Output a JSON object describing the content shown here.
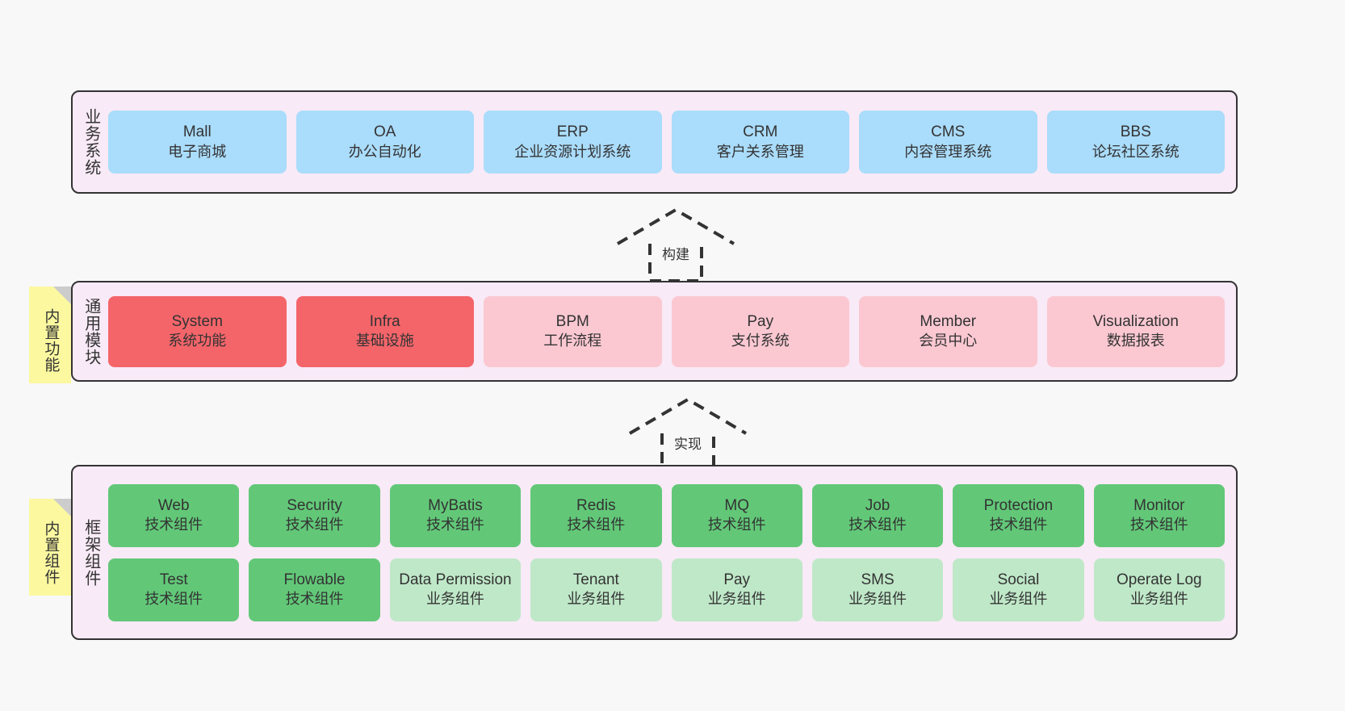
{
  "diagram": {
    "background_color": "#f8f8f8",
    "layer_fill": "#f8eaf6",
    "layer_border": "#333333"
  },
  "layers": [
    {
      "id": "business-system",
      "title": "业务系统",
      "card_color": "#aadcfb",
      "cards": [
        {
          "en": "Mall",
          "cn": "电子商城"
        },
        {
          "en": "OA",
          "cn": "办公自动化"
        },
        {
          "en": "ERP",
          "cn": "企业资源计划系统"
        },
        {
          "en": "CRM",
          "cn": "客户关系管理"
        },
        {
          "en": "CMS",
          "cn": "内容管理系统"
        },
        {
          "en": "BBS",
          "cn": "论坛社区系统"
        }
      ]
    },
    {
      "id": "common-module",
      "title": "通用模块",
      "note": "内置功能",
      "cards": [
        {
          "en": "System",
          "cn": "系统功能",
          "color": "#f4656a"
        },
        {
          "en": "Infra",
          "cn": "基础设施",
          "color": "#f4656a"
        },
        {
          "en": "BPM",
          "cn": "工作流程",
          "color": "#fbc8d2"
        },
        {
          "en": "Pay",
          "cn": "支付系统",
          "color": "#fbc8d2"
        },
        {
          "en": "Member",
          "cn": "会员中心",
          "color": "#fbc8d2"
        },
        {
          "en": "Visualization",
          "cn": "数据报表",
          "color": "#fbc8d2"
        }
      ]
    },
    {
      "id": "framework-component",
      "title": "框架组件",
      "note": "内置组件",
      "row1": [
        {
          "en": "Web",
          "cn": "技术组件",
          "color": "#62c878"
        },
        {
          "en": "Security",
          "cn": "技术组件",
          "color": "#62c878"
        },
        {
          "en": "MyBatis",
          "cn": "技术组件",
          "color": "#62c878"
        },
        {
          "en": "Redis",
          "cn": "技术组件",
          "color": "#62c878"
        },
        {
          "en": "MQ",
          "cn": "技术组件",
          "color": "#62c878"
        },
        {
          "en": "Job",
          "cn": "技术组件",
          "color": "#62c878"
        },
        {
          "en": "Protection",
          "cn": "技术组件",
          "color": "#62c878"
        },
        {
          "en": "Monitor",
          "cn": "技术组件",
          "color": "#62c878"
        }
      ],
      "row2": [
        {
          "en": "Test",
          "cn": "技术组件",
          "color": "#62c878"
        },
        {
          "en": "Flowable",
          "cn": "技术组件",
          "color": "#62c878"
        },
        {
          "en": "Data Permission",
          "cn": "业务组件",
          "color": "#bfe8c8"
        },
        {
          "en": "Tenant",
          "cn": "业务组件",
          "color": "#bfe8c8"
        },
        {
          "en": "Pay",
          "cn": "业务组件",
          "color": "#bfe8c8"
        },
        {
          "en": "SMS",
          "cn": "业务组件",
          "color": "#bfe8c8"
        },
        {
          "en": "Social",
          "cn": "业务组件",
          "color": "#bfe8c8"
        },
        {
          "en": "Operate Log",
          "cn": "业务组件",
          "color": "#bfe8c8"
        }
      ]
    }
  ],
  "connectors": [
    {
      "id": "build",
      "label": "构建"
    },
    {
      "id": "implement",
      "label": "实现"
    }
  ]
}
